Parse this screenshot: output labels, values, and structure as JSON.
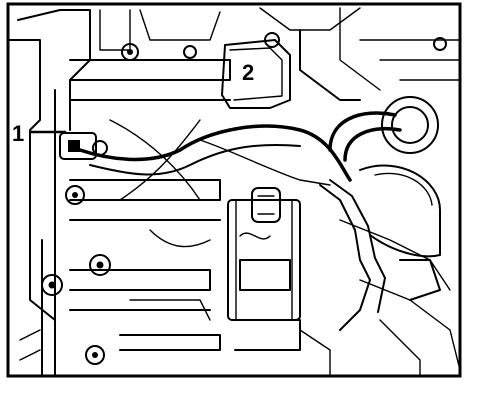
{
  "callouts": [
    {
      "id": "1",
      "label": "1"
    },
    {
      "id": "2",
      "label": "2"
    }
  ],
  "colors": {
    "ink": "#000000",
    "paper": "#ffffff"
  },
  "icons": [
    "engine-component-illustration"
  ]
}
